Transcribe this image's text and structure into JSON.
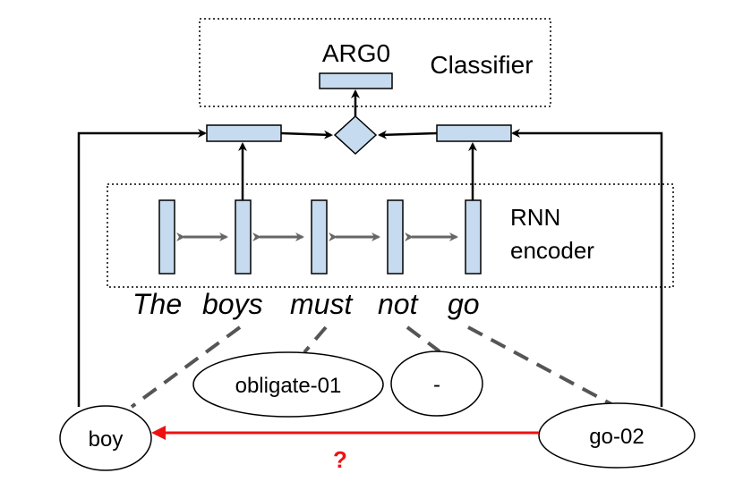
{
  "classifier": {
    "output_label": "ARG0",
    "title": "Classifier"
  },
  "encoder": {
    "line1": "RNN",
    "line2": "encoder"
  },
  "sentence": [
    "The",
    "boys",
    "must",
    "not",
    "go"
  ],
  "amr_nodes": {
    "boy": "boy",
    "obligate": "obligate-01",
    "neg": "-",
    "go": "go-02"
  },
  "question_mark": "?",
  "colors": {
    "box_fill": "#c6dbef",
    "edge": "#000000",
    "alignment": "#555555",
    "bidirectional": "#666666",
    "predicted_relation": "#ee1111"
  }
}
